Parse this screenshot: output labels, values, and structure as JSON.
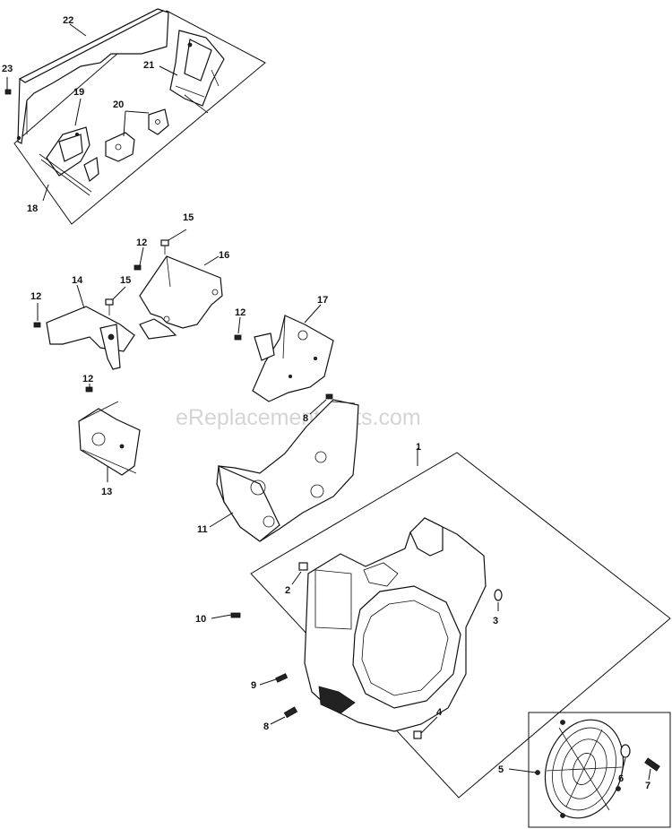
{
  "watermark": "eReplacementParts.com",
  "callouts": {
    "c1": "1",
    "c2": "2",
    "c3": "3",
    "c4": "4",
    "c5": "5",
    "c6": "6",
    "c7": "7",
    "c8": "8",
    "c9": "9",
    "c10": "10",
    "c11": "11",
    "c12a": "12",
    "c12b": "12",
    "c12c": "12",
    "c12d": "12",
    "c13": "13",
    "c14": "14",
    "c15a": "15",
    "c15b": "15",
    "c16": "16",
    "c17": "17",
    "c18": "18",
    "c19": "19",
    "c20": "20",
    "c21": "21",
    "c22": "22",
    "c23": "23",
    "c8b": "8"
  }
}
